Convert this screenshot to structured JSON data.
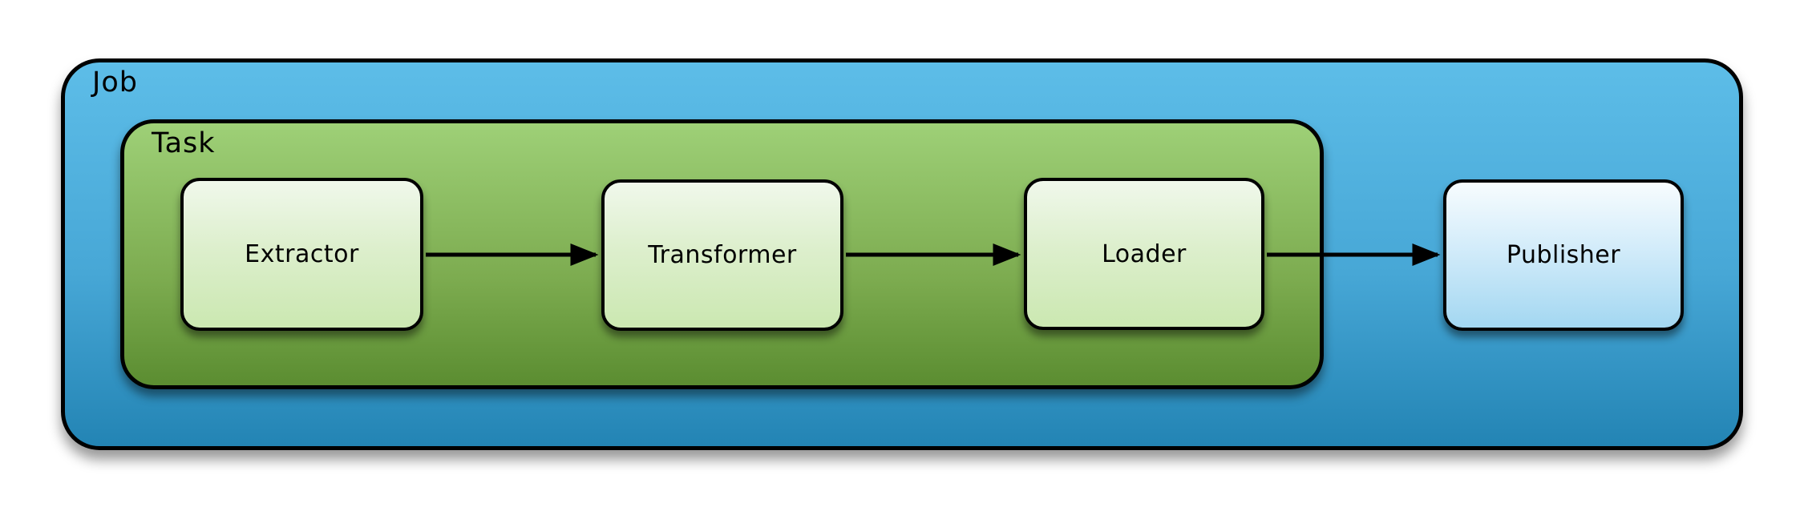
{
  "diagram": {
    "outer_container": {
      "label": "Job",
      "fill_top": "#5dbde8",
      "fill_bottom": "#2384b4",
      "border_color": "#000000"
    },
    "inner_container": {
      "label": "Task",
      "parent": "Job",
      "fill_top": "#9ed077",
      "fill_bottom": "#5b8d31",
      "border_color": "#000000"
    },
    "nodes": [
      {
        "id": "extractor",
        "label": "Extractor",
        "parent": "Task",
        "fill_top": "#f0f8eb",
        "fill_bottom": "#cbe8b1"
      },
      {
        "id": "transformer",
        "label": "Transformer",
        "parent": "Task",
        "fill_top": "#f0f8eb",
        "fill_bottom": "#cbe8b1"
      },
      {
        "id": "loader",
        "label": "Loader",
        "parent": "Task",
        "fill_top": "#f0f8eb",
        "fill_bottom": "#cbe8b1"
      },
      {
        "id": "publisher",
        "label": "Publisher",
        "parent": "Job",
        "fill_top": "#f7fcfe",
        "fill_bottom": "#a3d7f1"
      }
    ],
    "edges": [
      {
        "from": "Extractor",
        "to": "Transformer"
      },
      {
        "from": "Transformer",
        "to": "Loader"
      },
      {
        "from": "Loader",
        "to": "Publisher"
      }
    ],
    "edge_color": "#000000"
  }
}
